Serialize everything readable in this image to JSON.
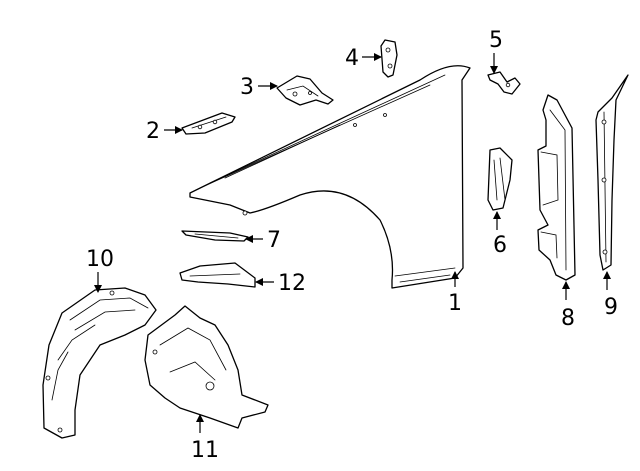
{
  "callouts": {
    "c1": "1",
    "c2": "2",
    "c3": "3",
    "c4": "4",
    "c5": "5",
    "c6": "6",
    "c7": "7",
    "c8": "8",
    "c9": "9",
    "c10": "10",
    "c11": "11",
    "c12": "12"
  },
  "colors": {
    "line": "#000000",
    "background": "#ffffff"
  },
  "arrowhead_icon": "arrowhead-icon"
}
